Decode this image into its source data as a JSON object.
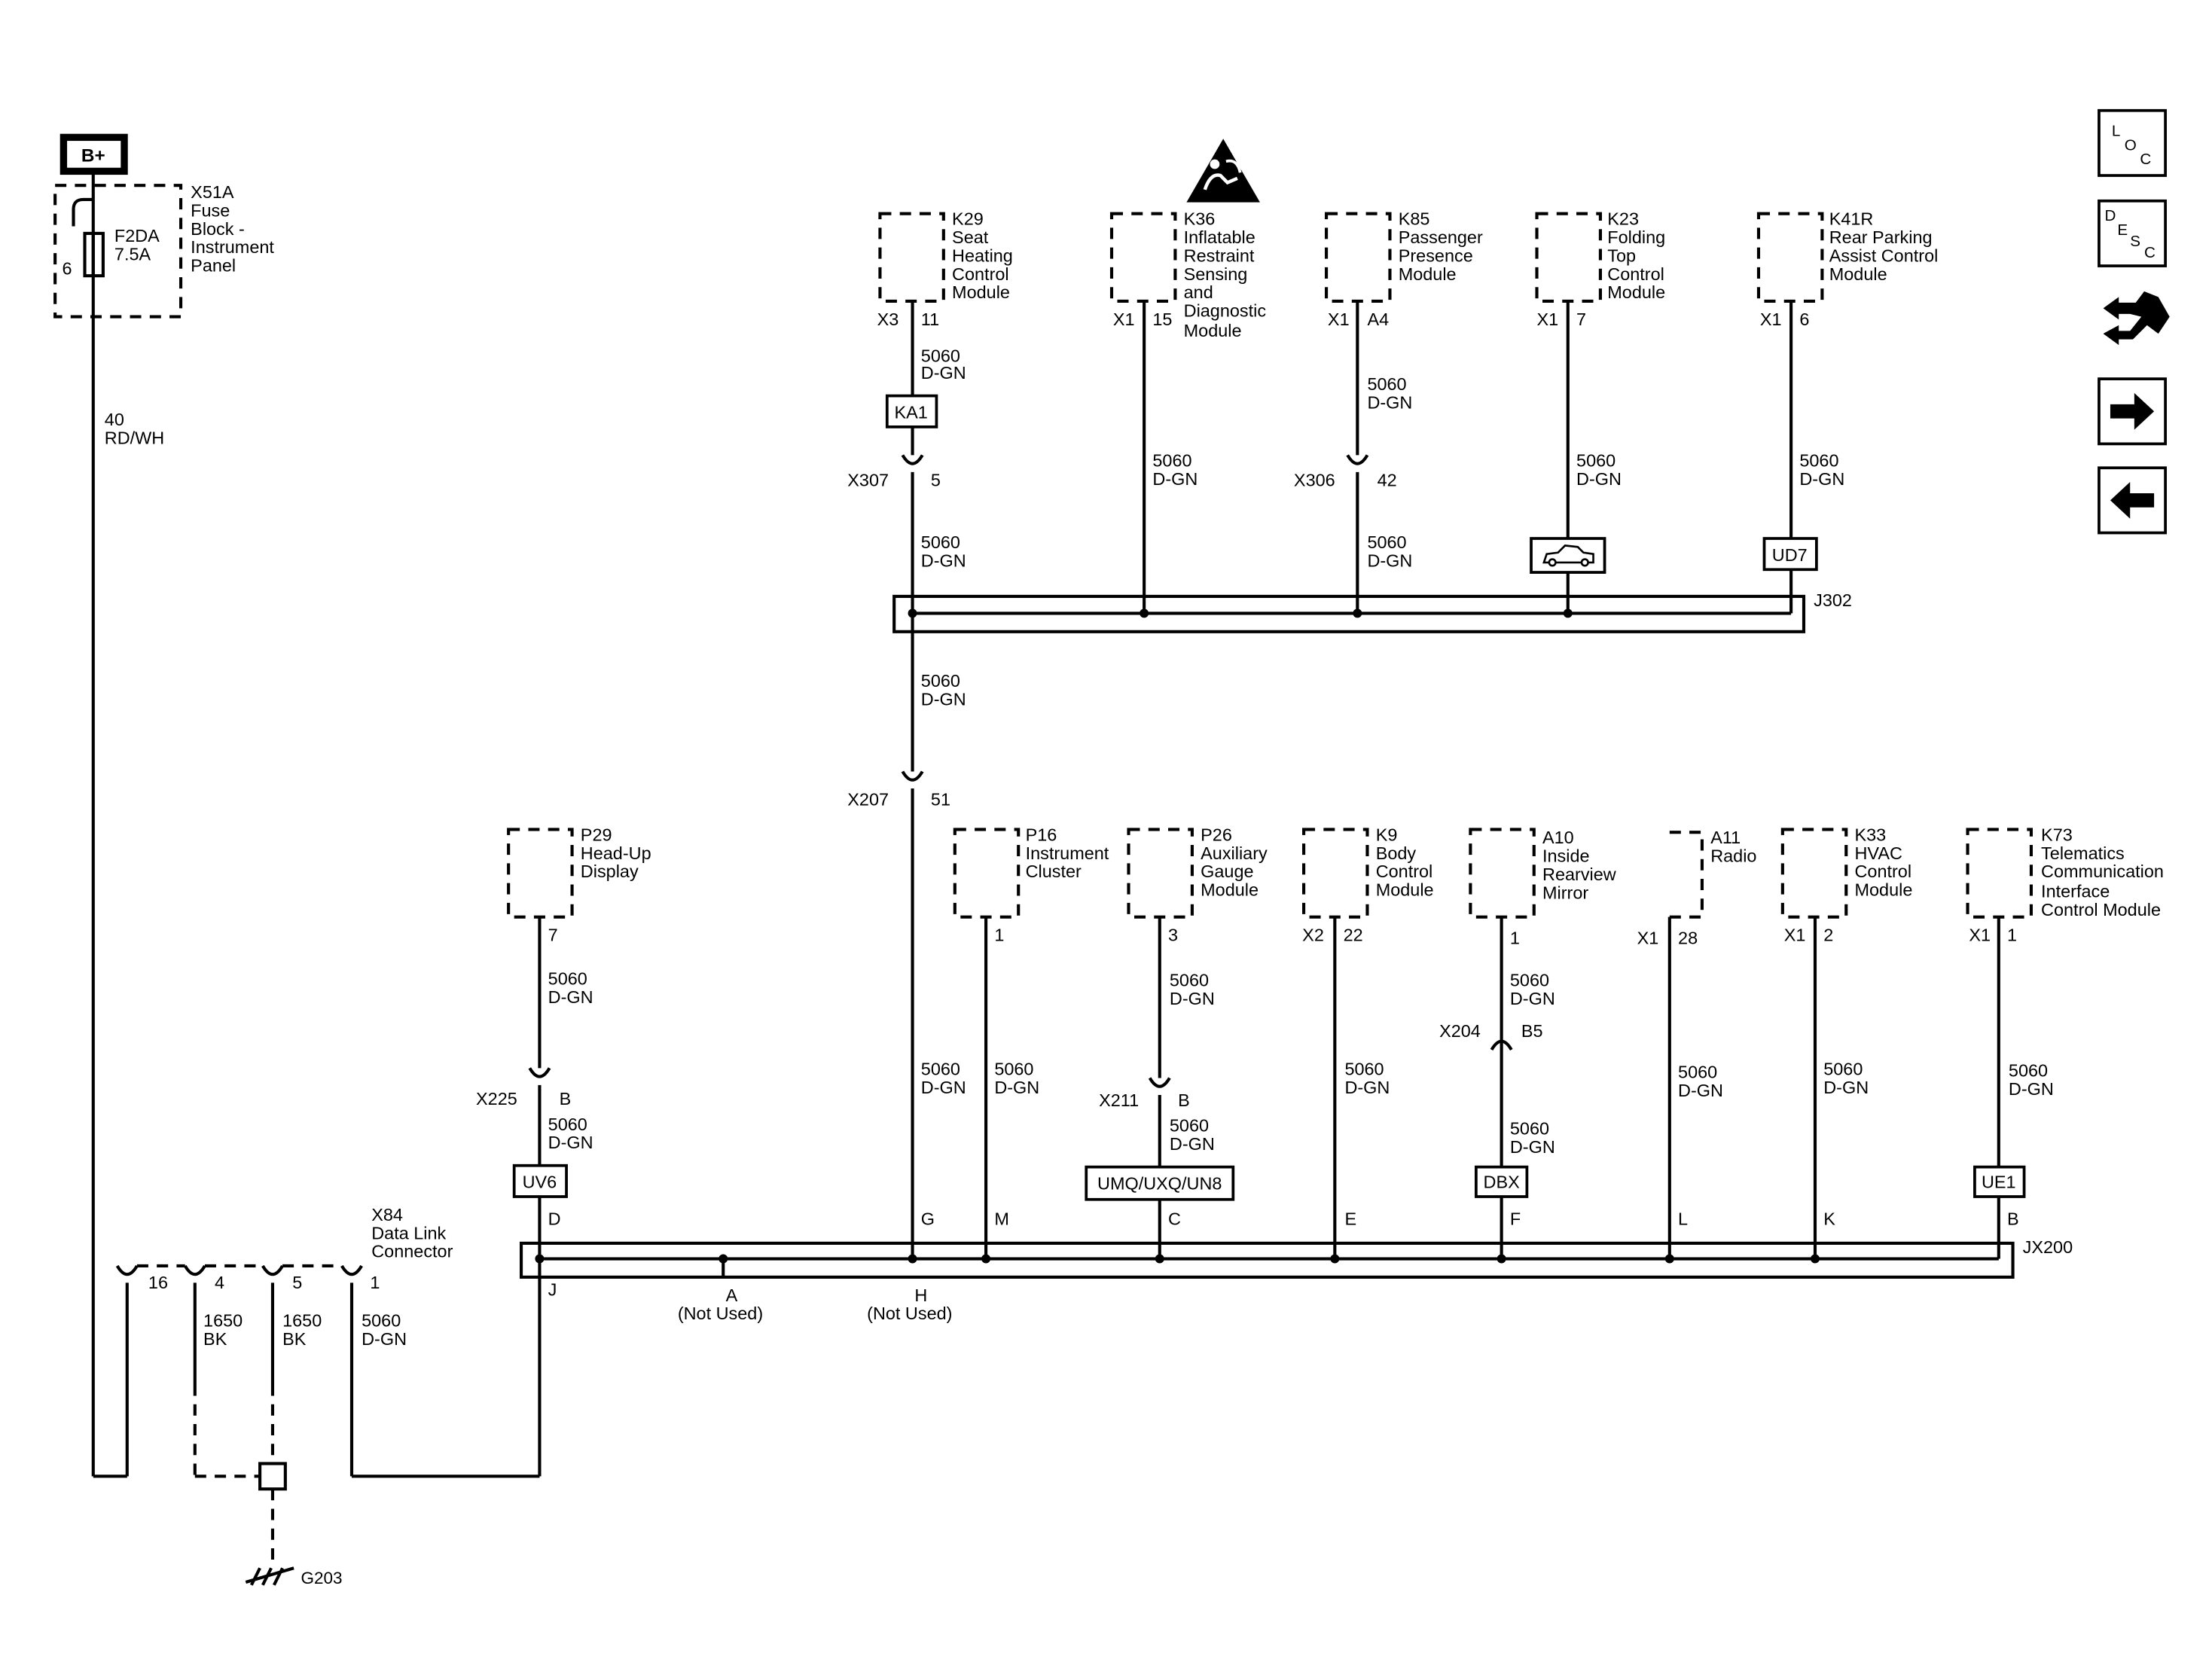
{
  "power": {
    "supply": "B+"
  },
  "fuse": {
    "block": [
      "X51A",
      "Fuse",
      "Block -",
      "Instrument",
      "Panel"
    ],
    "name": [
      "F2DA",
      "7.5A"
    ],
    "pin": "6"
  },
  "power_wire": [
    "40",
    "RD/WH"
  ],
  "top_modules": [
    {
      "label": [
        "K29",
        "Seat",
        "Heating",
        "Control",
        "Module"
      ],
      "connector": "X3",
      "pin": "11"
    },
    {
      "label": [
        "K36",
        "Inflatable",
        "Restraint",
        "Sensing",
        "and",
        "Diagnostic",
        "Module"
      ],
      "connector": "X1",
      "pin": "15"
    },
    {
      "label": [
        "K85",
        "Passenger",
        "Presence",
        "Module"
      ],
      "connector": "X1",
      "pin": "A4"
    },
    {
      "label": [
        "K23",
        "Folding",
        "Top",
        "Control",
        "Module"
      ],
      "connector": "X1",
      "pin": "7"
    },
    {
      "label": [
        "K41R",
        "Rear Parking",
        " Assist Control",
        "Module"
      ],
      "connector": "X1",
      "pin": "6"
    }
  ],
  "bottom_modules": [
    {
      "label": [
        "P29",
        "Head-Up",
        "Display"
      ],
      "connector": "",
      "pin": "7"
    },
    {
      "label": [
        "P16",
        "Instrument",
        "Cluster"
      ],
      "connector": "",
      "pin": "1"
    },
    {
      "label": [
        "P26",
        "Auxiliary",
        "Gauge",
        "Module"
      ],
      "connector": "",
      "pin": "3"
    },
    {
      "label": [
        "K9",
        "Body",
        "Control",
        "Module"
      ],
      "connector": "X2",
      "pin": "22"
    },
    {
      "label": [
        "A10",
        "Inside",
        "Rearview",
        "Mirror"
      ],
      "connector": "",
      "pin": "1"
    },
    {
      "label": [
        "A11",
        "Radio"
      ],
      "connector": "X1",
      "pin": "28"
    },
    {
      "label": [
        "K33",
        "HVAC",
        "Control",
        "Module"
      ],
      "connector": "X1",
      "pin": "2"
    },
    {
      "label": [
        "K73",
        "Telematics",
        "Communication",
        "Interface",
        "Control Module"
      ],
      "connector": "X1",
      "pin": "1"
    }
  ],
  "wire": {
    "circuit": "5060",
    "color": "D-GN"
  },
  "ground_wire": {
    "circuit": "1650",
    "color": "BK"
  },
  "inline_connectors": {
    "x307": {
      "name": "X307",
      "pin": "5"
    },
    "x306": {
      "name": "X306",
      "pin": "42"
    },
    "x207": {
      "name": "X207",
      "pin": "51"
    },
    "x225": {
      "name": "X225",
      "pin": "B"
    },
    "x211": {
      "name": "X211",
      "pin": "B"
    },
    "x204": {
      "name": "X204",
      "pin": "B5"
    }
  },
  "options": {
    "ka1": "KA1",
    "ud7": "UD7",
    "uv6": "UV6",
    "umq": "UMQ/UXQ/UN8",
    "dbx": "DBX",
    "ue1": "UE1"
  },
  "splices": {
    "j302": "J302",
    "jx200": "JX200"
  },
  "jx200_pins_top": [
    "D",
    "G",
    "M",
    "C",
    "E",
    "F",
    "L",
    "K",
    "B"
  ],
  "jx200_pins_bottom": [
    {
      "pin": "J",
      "note": ""
    },
    {
      "pin": "A",
      "note": "(Not Used)"
    },
    {
      "pin": "H",
      "note": "(Not Used)"
    }
  ],
  "dlc": {
    "label": [
      "X84",
      "Data Link",
      "Connector"
    ],
    "pins": [
      "16",
      "4",
      "5",
      "1"
    ]
  },
  "ground": {
    "name": "G203"
  },
  "nav": {
    "loc": [
      "L",
      "O",
      "C"
    ],
    "desc": [
      "D",
      "E",
      "S",
      "C"
    ]
  }
}
